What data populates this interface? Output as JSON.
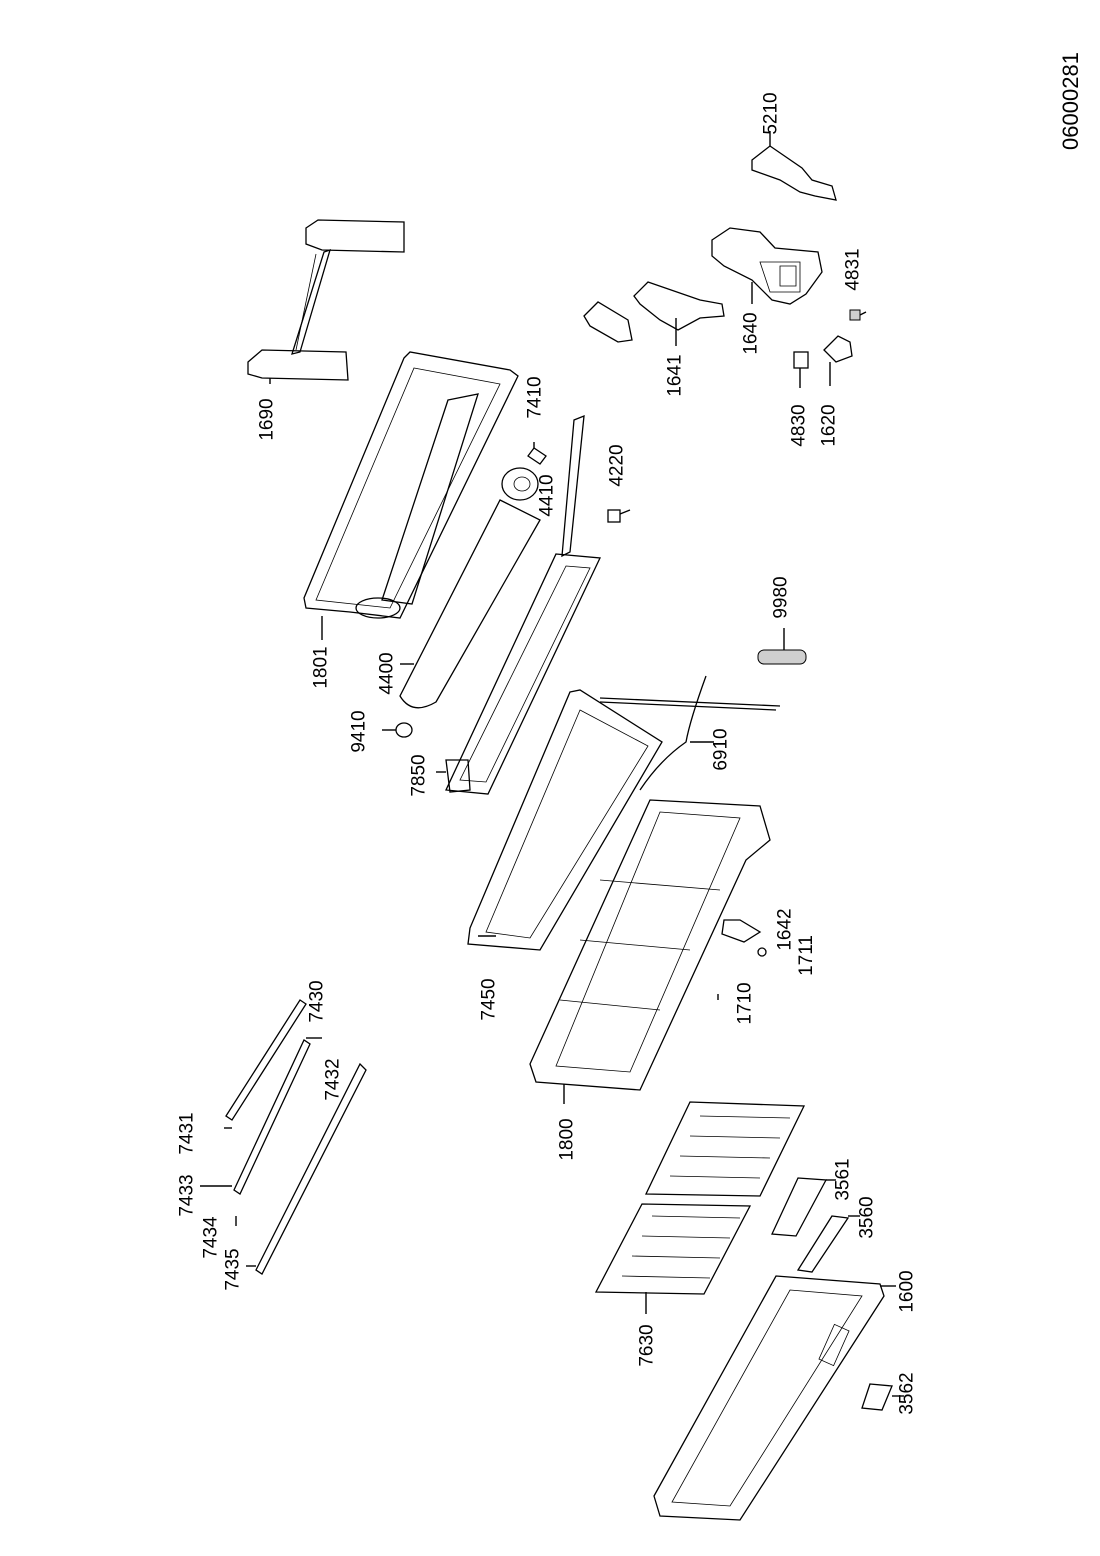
{
  "document_number": "06000281",
  "callouts": [
    {
      "id": "5210",
      "label": "5210"
    },
    {
      "id": "4831",
      "label": "4831"
    },
    {
      "id": "1640",
      "label": "1640"
    },
    {
      "id": "1641",
      "label": "1641"
    },
    {
      "id": "4830",
      "label": "4830"
    },
    {
      "id": "1620",
      "label": "1620"
    },
    {
      "id": "1690",
      "label": "1690"
    },
    {
      "id": "7410",
      "label": "7410"
    },
    {
      "id": "4410",
      "label": "4410"
    },
    {
      "id": "4220",
      "label": "4220"
    },
    {
      "id": "1801",
      "label": "1801"
    },
    {
      "id": "4400",
      "label": "4400"
    },
    {
      "id": "9980",
      "label": "9980"
    },
    {
      "id": "9410",
      "label": "9410"
    },
    {
      "id": "7850",
      "label": "7850"
    },
    {
      "id": "6910",
      "label": "6910"
    },
    {
      "id": "7450",
      "label": "7450"
    },
    {
      "id": "1642",
      "label": "1642"
    },
    {
      "id": "1711",
      "label": "1711"
    },
    {
      "id": "1710",
      "label": "1710"
    },
    {
      "id": "1800",
      "label": "1800"
    },
    {
      "id": "7430",
      "label": "7430"
    },
    {
      "id": "7432",
      "label": "7432"
    },
    {
      "id": "7431",
      "label": "7431"
    },
    {
      "id": "7433",
      "label": "7433"
    },
    {
      "id": "7434",
      "label": "7434"
    },
    {
      "id": "7435",
      "label": "7435"
    },
    {
      "id": "3561",
      "label": "3561"
    },
    {
      "id": "3560",
      "label": "3560"
    },
    {
      "id": "7630",
      "label": "7630"
    },
    {
      "id": "1600",
      "label": "1600"
    },
    {
      "id": "3562",
      "label": "3562"
    }
  ]
}
